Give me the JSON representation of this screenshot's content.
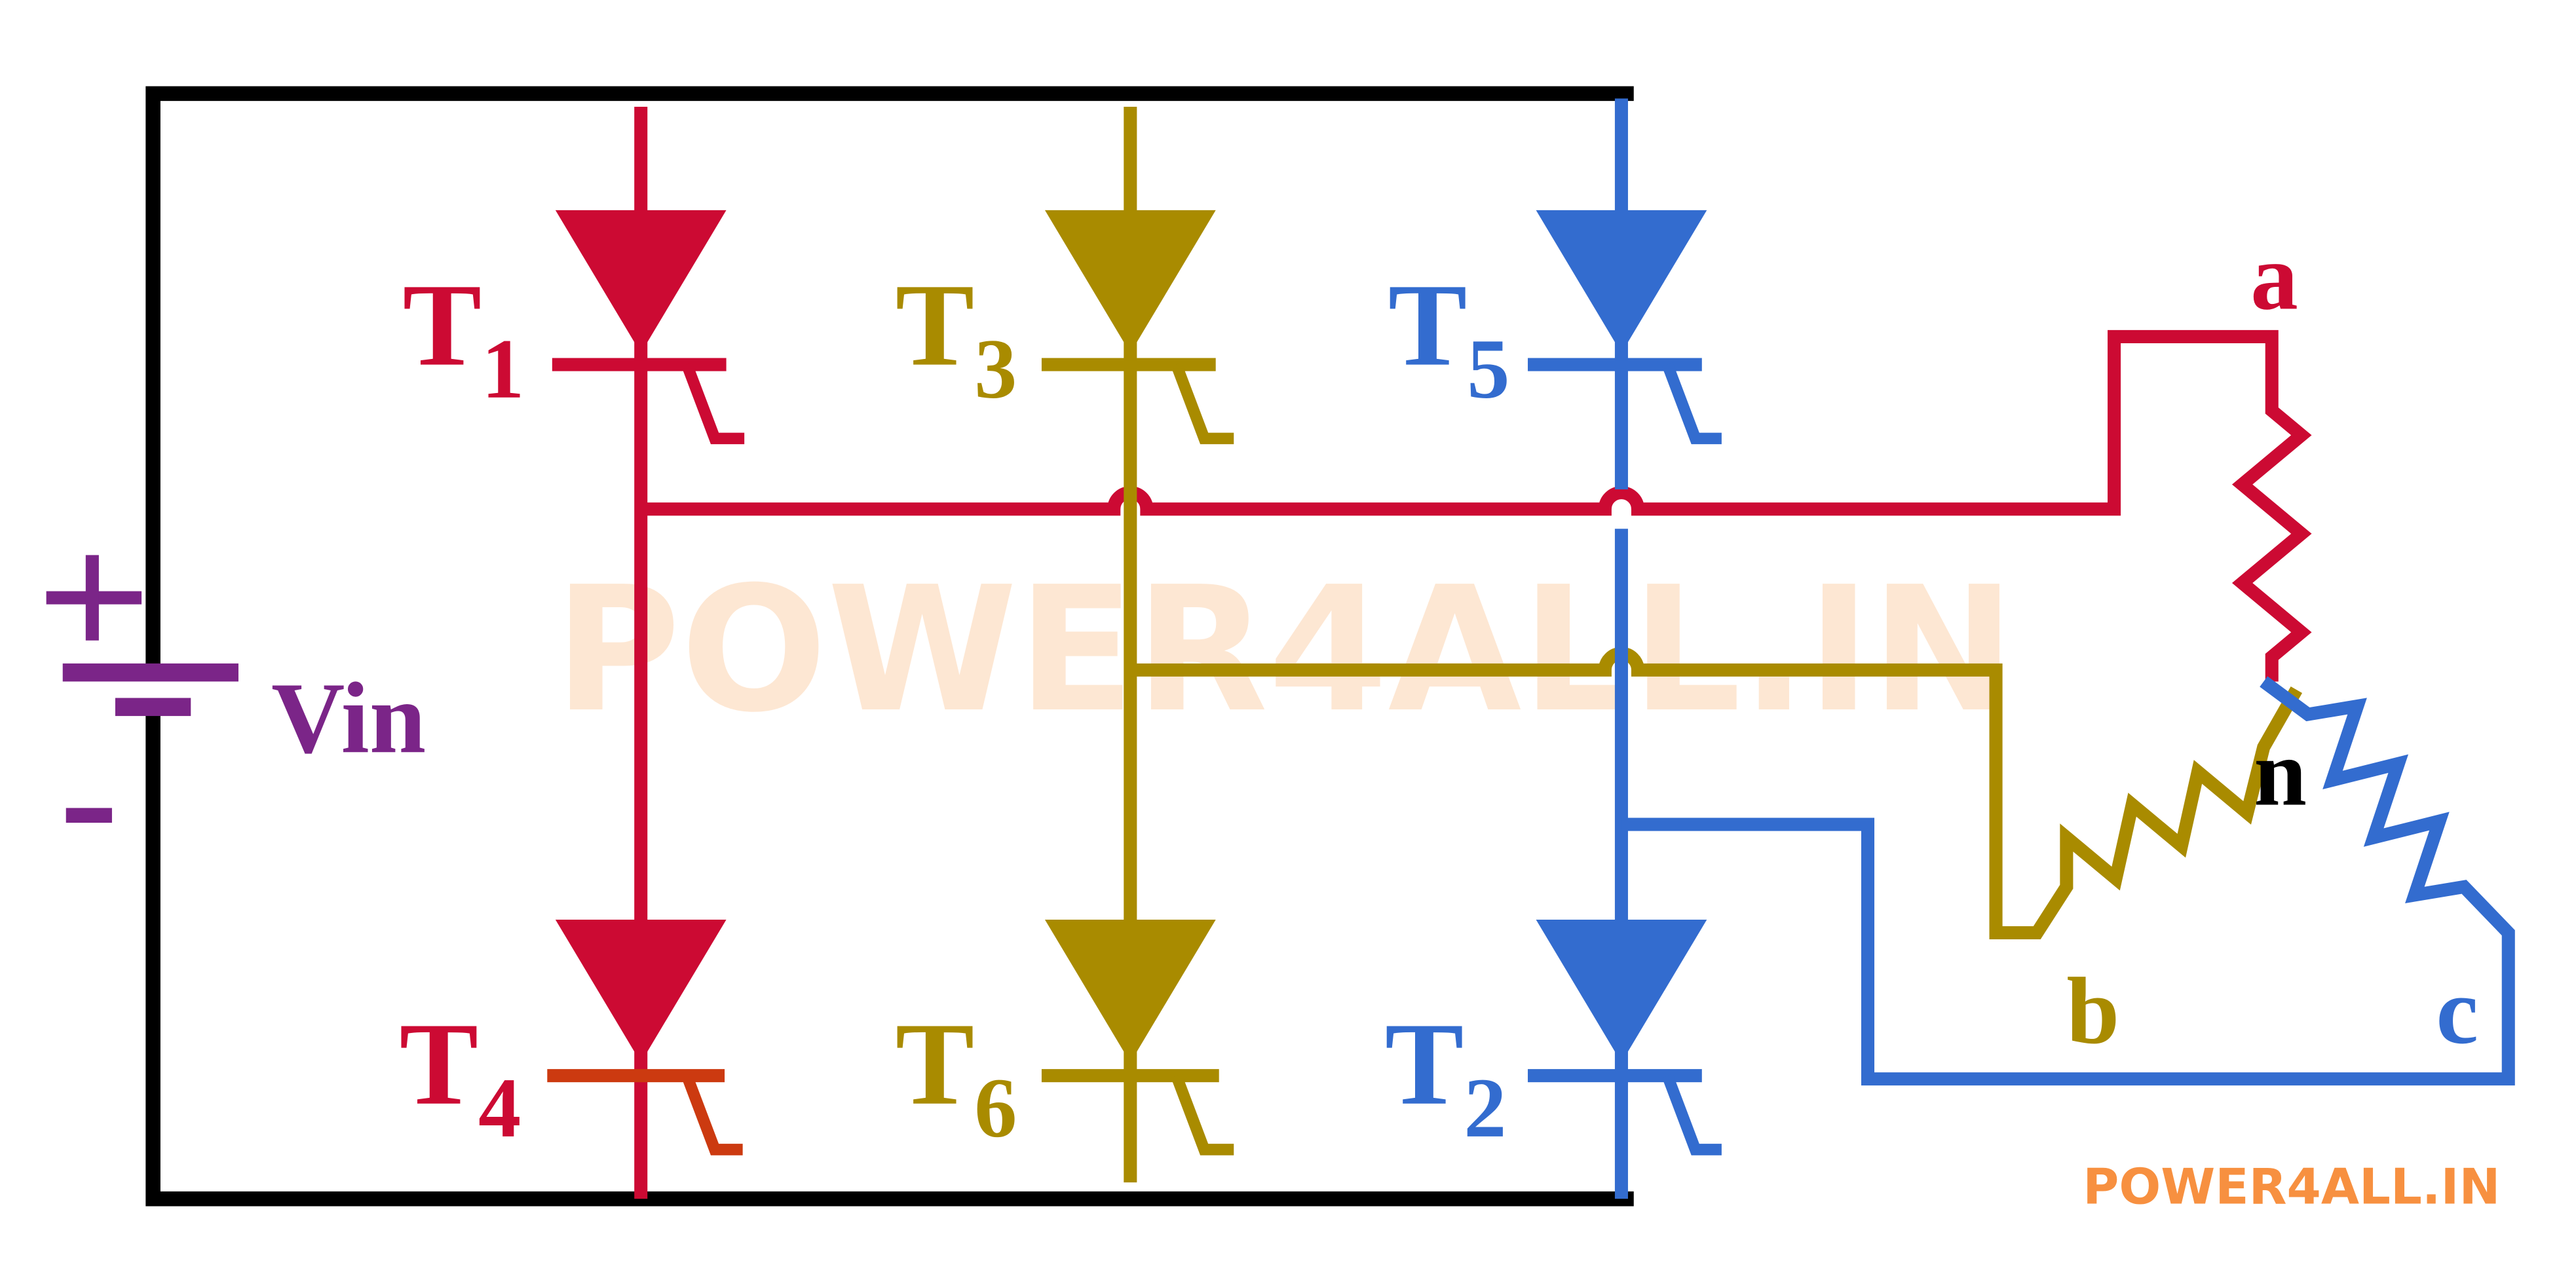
{
  "title": "Three-phase thyristor bridge inverter with star-connected load",
  "source": {
    "label": "Vin",
    "plus": "+",
    "minus": "-"
  },
  "thyristors": [
    {
      "id": "T1",
      "letter": "T",
      "sub": "1"
    },
    {
      "id": "T3",
      "letter": "T",
      "sub": "3"
    },
    {
      "id": "T5",
      "letter": "T",
      "sub": "5"
    },
    {
      "id": "T4",
      "letter": "T",
      "sub": "4"
    },
    {
      "id": "T6",
      "letter": "T",
      "sub": "6"
    },
    {
      "id": "T2",
      "letter": "T",
      "sub": "2"
    }
  ],
  "load": {
    "a": "a",
    "b": "b",
    "c": "c",
    "n": "n"
  },
  "watermark": "POWER4ALL.IN",
  "brand": "POWER4ALL.IN",
  "colors": {
    "phase_a": "#cc0a33",
    "phase_b": "#a98b00",
    "phase_c": "#336ccf",
    "source": "#7b2588",
    "bus": "#000000",
    "brand": "#f79040",
    "watermark": "#fde3cc"
  }
}
